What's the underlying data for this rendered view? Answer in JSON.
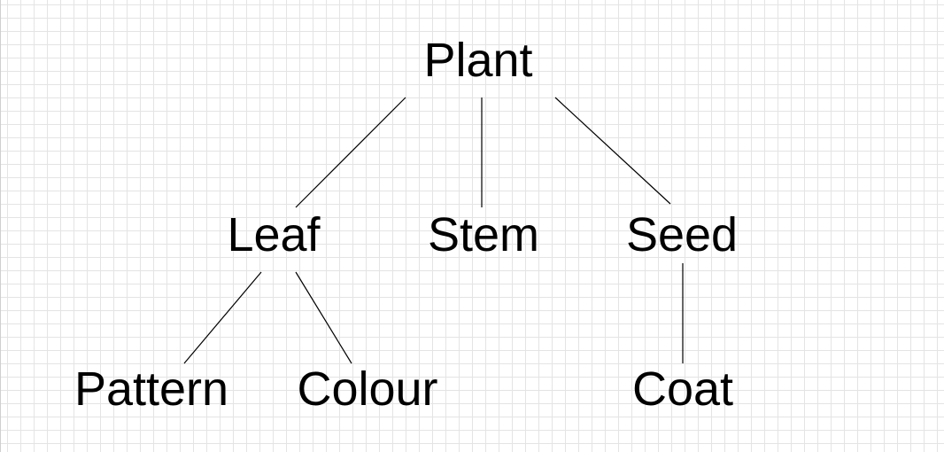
{
  "diagram": {
    "nodes": [
      {
        "id": "plant",
        "label": "Plant"
      },
      {
        "id": "leaf",
        "label": "Leaf"
      },
      {
        "id": "stem",
        "label": "Stem"
      },
      {
        "id": "seed",
        "label": "Seed"
      },
      {
        "id": "pattern",
        "label": "Pattern"
      },
      {
        "id": "colour",
        "label": "Colour"
      },
      {
        "id": "coat",
        "label": "Coat"
      }
    ],
    "edges": [
      {
        "from": "plant",
        "to": "leaf"
      },
      {
        "from": "plant",
        "to": "stem"
      },
      {
        "from": "plant",
        "to": "seed"
      },
      {
        "from": "leaf",
        "to": "pattern"
      },
      {
        "from": "leaf",
        "to": "colour"
      },
      {
        "from": "seed",
        "to": "coat"
      }
    ],
    "colors": {
      "text": "#000000",
      "lines": "#000000",
      "grid": "#e4e4e4",
      "background": "#ffffff"
    }
  }
}
